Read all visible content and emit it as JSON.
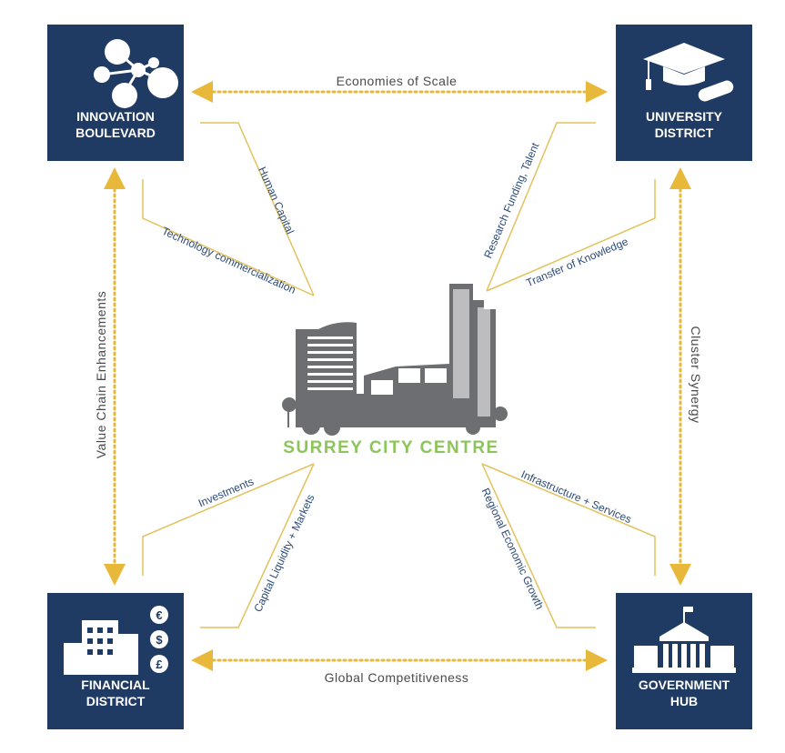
{
  "nodes": {
    "innovation": {
      "line1": "INNOVATION",
      "line2": "BOULEVARD"
    },
    "university": {
      "line1": "UNIVERSITY",
      "line2": "DISTRICT"
    },
    "financial": {
      "line1": "FINANCIAL",
      "line2": "DISTRICT"
    },
    "government": {
      "line1": "GOVERNMENT",
      "line2": "HUB"
    }
  },
  "center": {
    "title": "SURREY CITY CENTRE"
  },
  "arrows": {
    "top": "Economies of Scale",
    "bottom": "Global Competitiveness",
    "left": "Value Chain Enhancements",
    "right": "Cluster Synergy"
  },
  "links": {
    "human_capital": "Human Capital",
    "tech_comm": "Technology commercialization",
    "research": "Research Funding, Talent",
    "transfer": "Transfer of Knowledge",
    "investments": "Investments",
    "capital": "Capital Liquidity + Markets",
    "regional": "Regional Economic Growth",
    "infrastructure": "Infrastructure + Services"
  },
  "currency_symbols": [
    "€",
    "$",
    "£"
  ],
  "colors": {
    "navy": "#1f3a63",
    "gold": "#e8b83a",
    "green": "#8cc55a",
    "gray": "#6d6e71"
  }
}
